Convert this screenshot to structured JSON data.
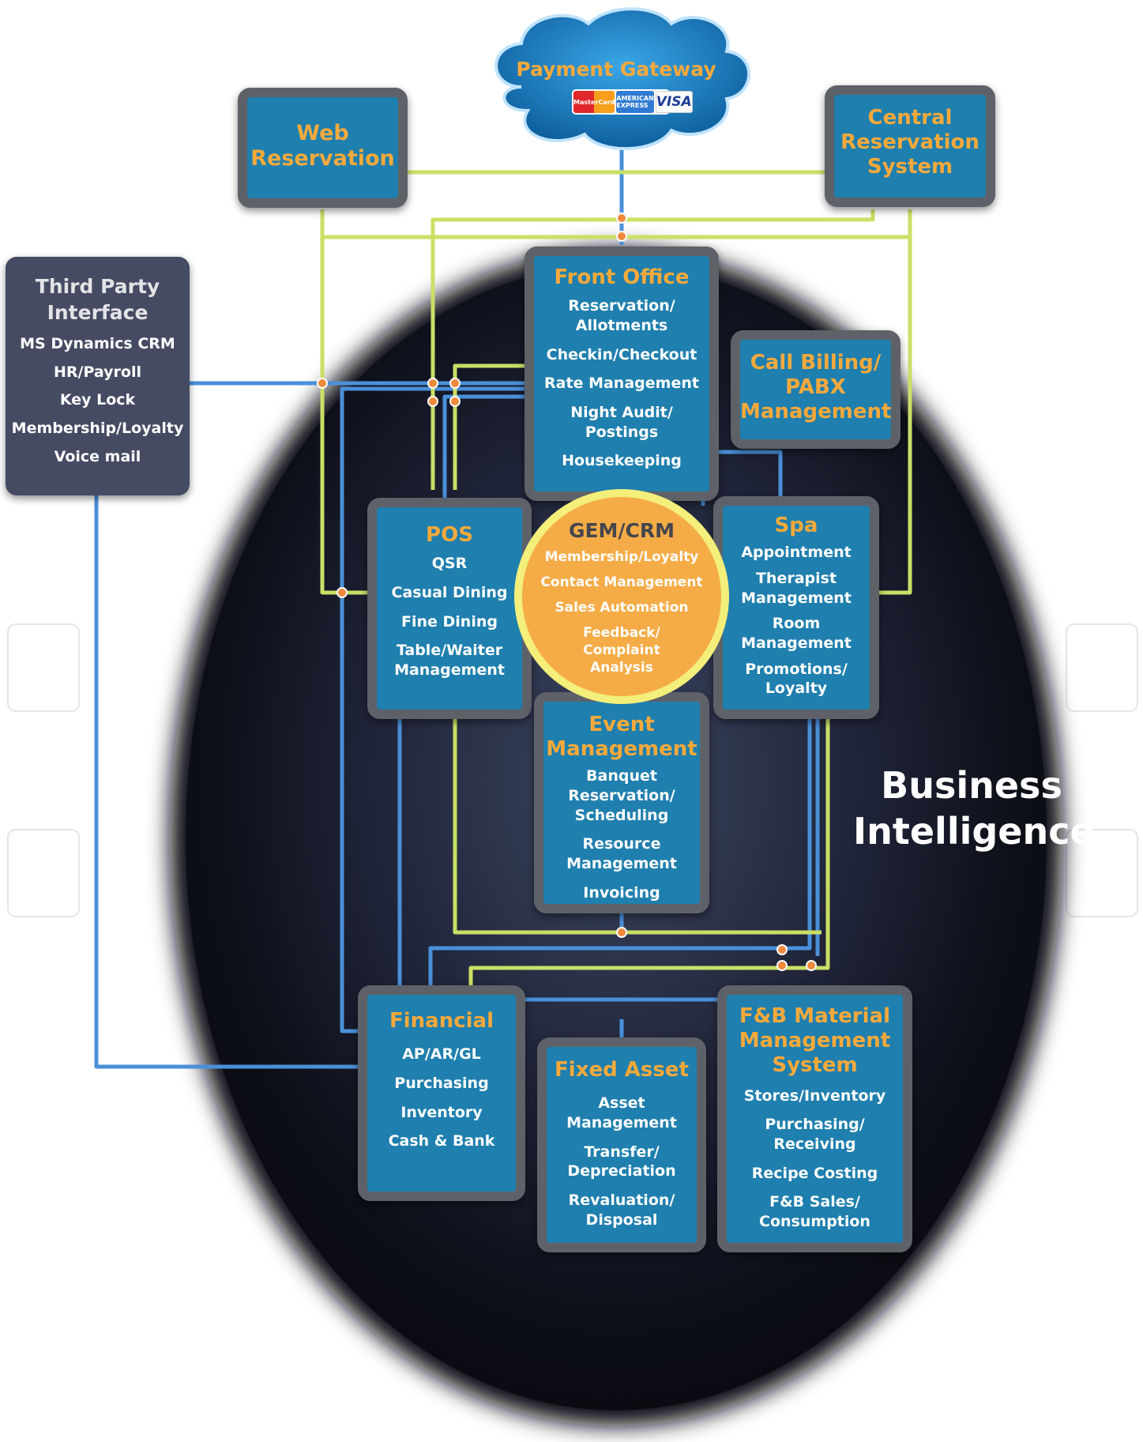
{
  "payment_gateway": {
    "title": "Payment Gateway",
    "cards": [
      "MasterCard",
      "AMERICAN EXPRESS",
      "VISA"
    ]
  },
  "web_reservation": {
    "title": "Web Reservation"
  },
  "central_reservation": {
    "title": "Central Reservation System"
  },
  "third_party": {
    "title": "Third Party Interface",
    "items": [
      "MS Dynamics CRM",
      "HR/Payroll",
      "Key Lock",
      "Membership/Loyalty",
      "Voice mail"
    ]
  },
  "front_office": {
    "title": "Front Office",
    "items": [
      "Reservation/ Allotments",
      "Checkin/Checkout",
      "Rate Management",
      "Night Audit/ Postings",
      "Housekeeping"
    ]
  },
  "call_billing": {
    "title": "Call Billing/ PABX Management"
  },
  "pos": {
    "title": "POS",
    "items": [
      "QSR",
      "Casual Dining",
      "Fine Dining",
      "Table/Waiter Management"
    ]
  },
  "gem_crm": {
    "title": "GEM/CRM",
    "items": [
      "Membership/Loyalty",
      "Contact Management",
      "Sales Automation",
      "Feedback/ Complaint Analysis"
    ]
  },
  "spa": {
    "title": "Spa",
    "items": [
      "Appointment",
      "Therapist Management",
      "Room Management",
      "Promotions/ Loyalty"
    ]
  },
  "event_management": {
    "title": "Event Management",
    "items": [
      "Banquet Reservation/ Scheduling",
      "Resource Management",
      "Invoicing"
    ]
  },
  "financial": {
    "title": "Financial",
    "items": [
      "AP/AR/GL",
      "Purchasing",
      "Inventory",
      "Cash & Bank"
    ]
  },
  "fixed_asset": {
    "title": "Fixed Asset",
    "items": [
      "Asset Management",
      "Transfer/ Depreciation",
      "Revaluation/ Disposal"
    ]
  },
  "fnb": {
    "title": "F&B Material Management System",
    "items": [
      "Stores/Inventory",
      "Purchasing/ Receiving",
      "Recipe Costing",
      "F&B Sales/ Consumption"
    ]
  },
  "business_intelligence": {
    "label": "Business Intelligence"
  },
  "colors": {
    "module_fill": "#1f7fae",
    "module_border": "#5e6268",
    "title_orange": "#f6a93b",
    "blue_wire": "#4a90d9",
    "green_wire": "#c9e066",
    "junction": "#f08a3c",
    "gem_fill": "#f5ac47",
    "third_party_fill": "#454b63"
  }
}
